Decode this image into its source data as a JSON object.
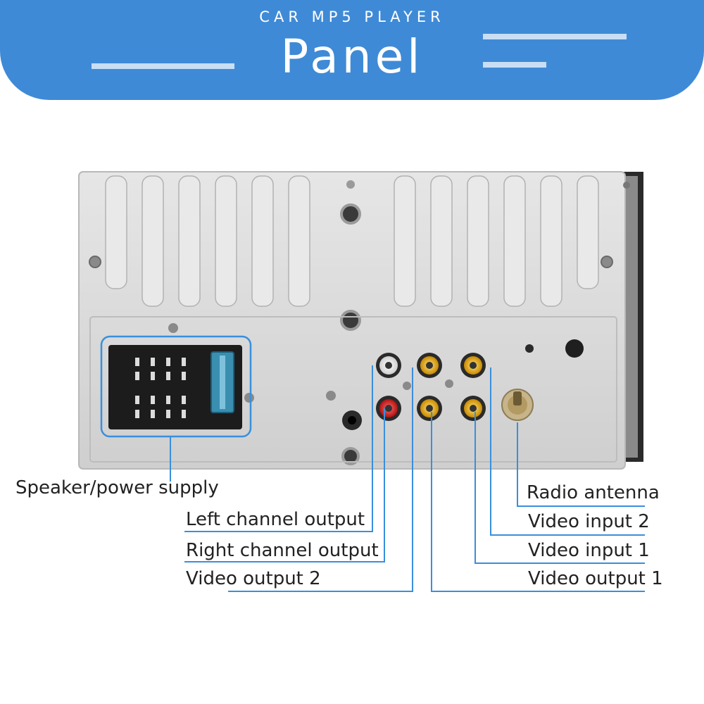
{
  "header": {
    "subtitle": "CAR MP5 PLAYER",
    "title": "Panel",
    "background_color": "#3f8ad6"
  },
  "labels": {
    "speaker_power": "Speaker/power supply",
    "left_channel": "Left channel output",
    "right_channel": "Right channel output",
    "video_output_2": "Video output 2",
    "radio_antenna": "Radio antenna",
    "video_input_2": "Video input 2",
    "video_input_1": "Video input 1",
    "video_output_1": "Video output 1"
  },
  "colors": {
    "callout_line": "#3a8fdc",
    "panel_metal": "#d8d8d8",
    "rca_yellow": "#e0a800",
    "rca_red": "#c81e1e",
    "rca_white": "#f2f2f2",
    "connector_block": "#1c1c1c",
    "fuse": "#3a8fb0"
  }
}
